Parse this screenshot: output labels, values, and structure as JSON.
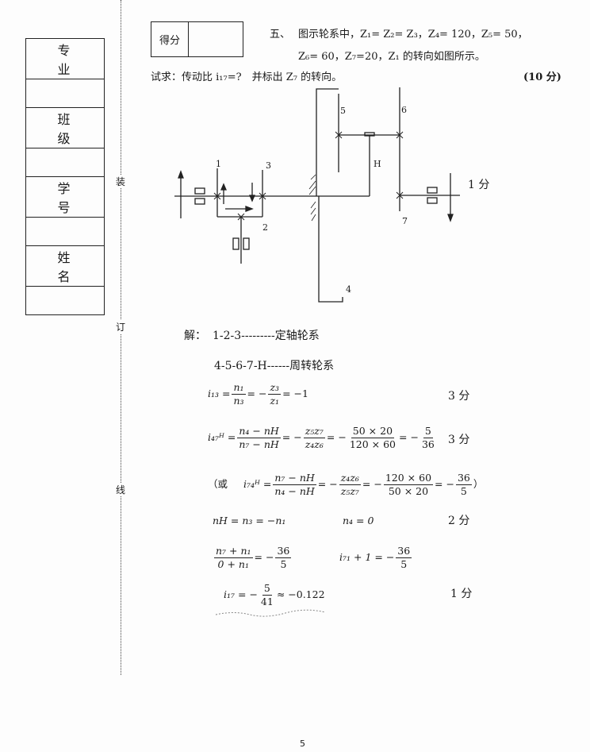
{
  "sidebar": {
    "fields": [
      "专 业",
      "班 级",
      "学 号",
      "姓 名"
    ],
    "binding_marks": [
      "装",
      "订",
      "线"
    ]
  },
  "score_box": {
    "label": "得分",
    "value": ""
  },
  "question": {
    "number": "五、",
    "line1": "图示轮系中，Z₁= Z₂= Z₃，Z₄= 120，Z₅= 50，",
    "line2": "Z₆= 60，Z₇=20，Z₁ 的转向如图所示。",
    "ask": "试求：传动比 i₁₇=?　并标出 Z₇ 的转向。",
    "points": "(10 分)"
  },
  "diagram": {
    "labels": {
      "g1": "1",
      "g2": "2",
      "g3": "3",
      "g4": "4",
      "g5": "5",
      "g6": "6",
      "g7": "7",
      "carrier": "H"
    },
    "score_note": "1 分"
  },
  "solution": {
    "intro": "解：",
    "line1": "1-2-3---------定轴轮系",
    "line2": "4-5-6-7-H------周转轮系",
    "eq1": {
      "lhs": "i₁₃ =",
      "f1n": "n₁",
      "f1d": "n₃",
      "mid": "= −",
      "f2n": "z₃",
      "f2d": "z₁",
      "rhs": "= −1",
      "points": "3 分"
    },
    "eq2": {
      "lhs": "i₄₇ᴴ =",
      "f1n": "n₄ − nH",
      "f1d": "n₇ − nH",
      "m1": "= −",
      "f2n": "z₅z₇",
      "f2d": "z₄z₆",
      "m2": "= −",
      "f3n": "50 × 20",
      "f3d": "120 × 60",
      "m3": "= −",
      "f4n": "5",
      "f4d": "36",
      "points": "3 分"
    },
    "eq3": {
      "open": "（或",
      "lhs": "i₇₄ᴴ =",
      "f1n": "n₇ − nH",
      "f1d": "n₄ − nH",
      "m1": "= −",
      "f2n": "z₄z₆",
      "f2d": "z₅z₇",
      "m2": "= −",
      "f3n": "120 × 60",
      "f3d": "50 × 20",
      "m3": "= −",
      "f4n": "36",
      "f4d": "5",
      "close": "）"
    },
    "eq4": {
      "a": "nH = n₃ = −n₁",
      "b": "n₄ = 0",
      "points": "2 分"
    },
    "eq5": {
      "f1n": "n₇ + n₁",
      "f1d": "0 + n₁",
      "m1": "= −",
      "f2n": "36",
      "f2d": "5",
      "b": "i₇₁ + 1 = −",
      "f3n": "36",
      "f3d": "5"
    },
    "eq6": {
      "lhs": "i₁₇ = −",
      "fn": "5",
      "fd": "41",
      "rhs": "≈ −0.122",
      "points": "1 分"
    }
  },
  "page_number": "5"
}
